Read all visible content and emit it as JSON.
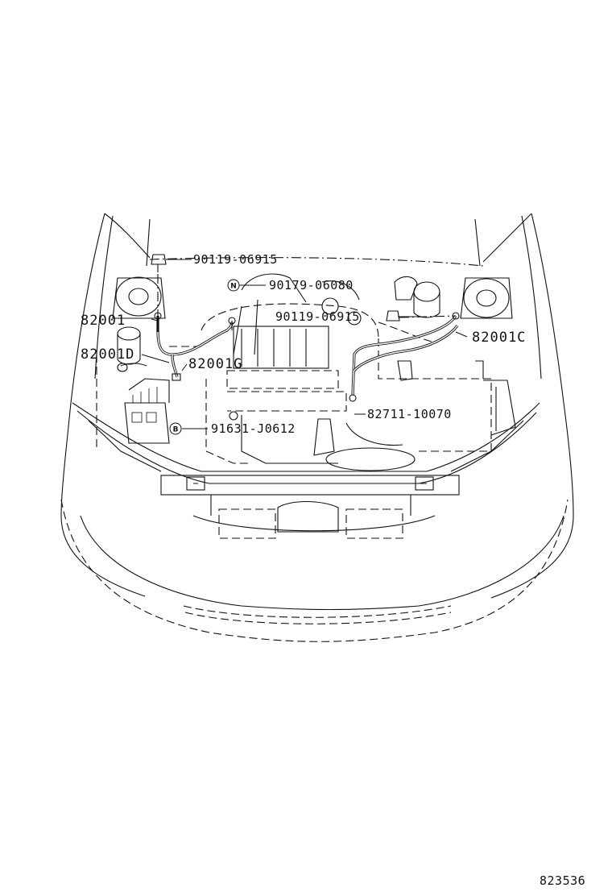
{
  "diagram": {
    "part_labels": [
      {
        "id": "p1",
        "text": "90119-06915"
      },
      {
        "id": "p2",
        "text": "90179-06080",
        "badge": "N"
      },
      {
        "id": "p3",
        "text": "90119-06915"
      },
      {
        "id": "p4",
        "text": "82001"
      },
      {
        "id": "p5",
        "text": "82001C"
      },
      {
        "id": "p6",
        "text": "82001D"
      },
      {
        "id": "p7",
        "text": "82001G"
      },
      {
        "id": "p8",
        "text": "82711-10070"
      },
      {
        "id": "p9",
        "text": "91631-J0612",
        "badge": "B"
      }
    ],
    "figure_number": "823536"
  }
}
